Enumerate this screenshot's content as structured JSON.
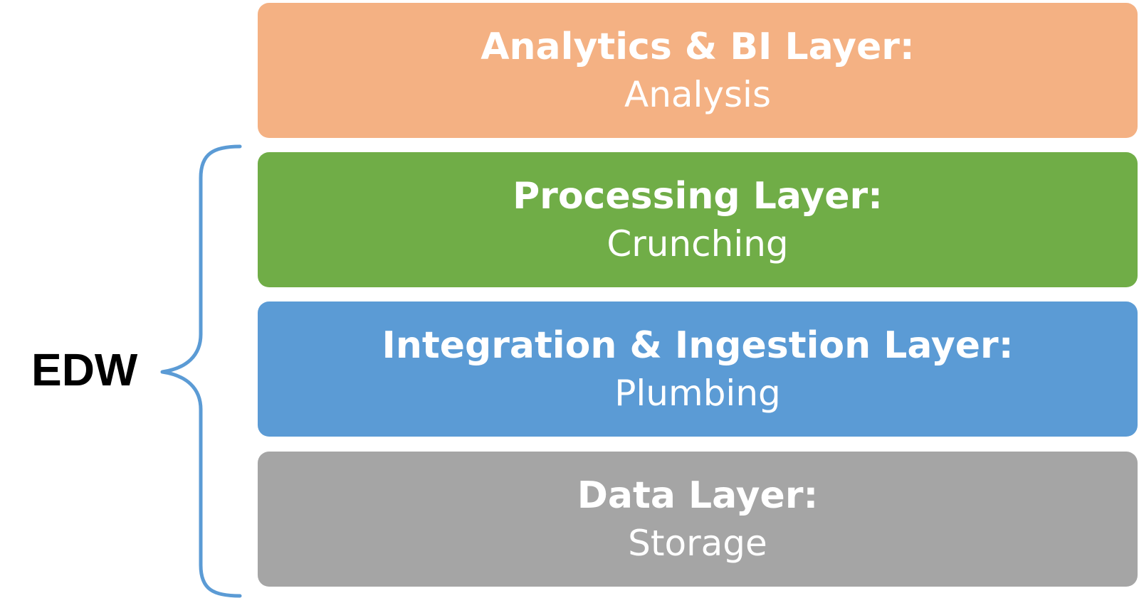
{
  "diagram": {
    "group_label": "EDW",
    "brace_color": "#5B9BD5",
    "layers": [
      {
        "title": "Analytics & BI Layer:",
        "subtitle": "Analysis",
        "color": "#F4B183"
      },
      {
        "title": "Processing Layer:",
        "subtitle": "Crunching",
        "color": "#70AD47"
      },
      {
        "title": "Integration & Ingestion Layer:",
        "subtitle": "Plumbing",
        "color": "#5B9BD5"
      },
      {
        "title": "Data Layer:",
        "subtitle": "Storage",
        "color": "#A5A5A5"
      }
    ]
  }
}
